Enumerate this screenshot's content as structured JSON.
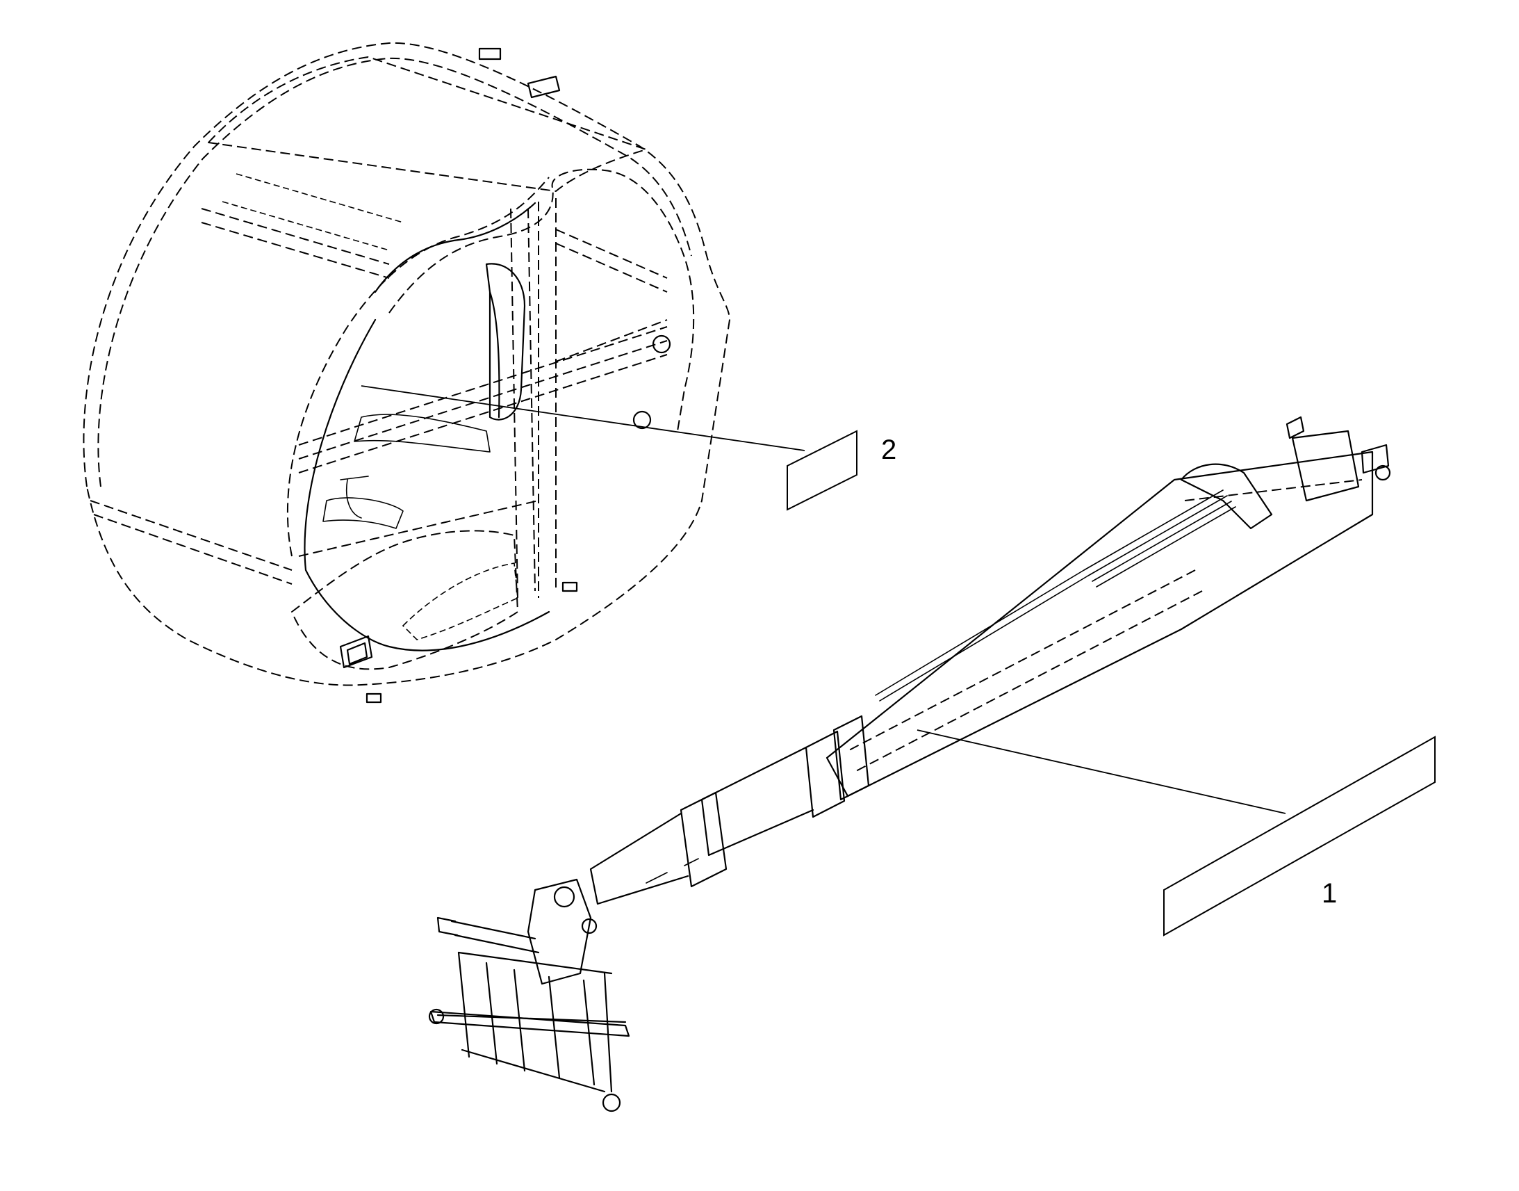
{
  "diagram": {
    "callouts": [
      {
        "id": "decal-1",
        "label": "1"
      },
      {
        "id": "decal-2",
        "label": "2"
      }
    ]
  }
}
